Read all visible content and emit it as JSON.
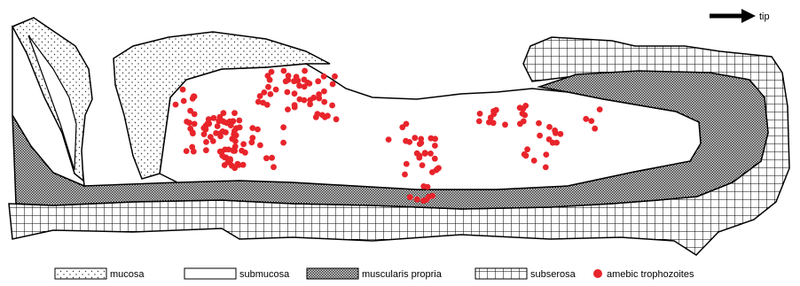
{
  "direction_label": "tip",
  "legend": [
    {
      "label": "mucosa",
      "pattern": "dots"
    },
    {
      "label": "submucosa",
      "pattern": "plain"
    },
    {
      "label": "muscularis propria",
      "pattern": "dense-checker"
    },
    {
      "label": "subserosa",
      "pattern": "grid"
    },
    {
      "label": "amebic trophozoites",
      "pattern": "red-dot"
    }
  ],
  "colors": {
    "trophozoite": "#e8242b",
    "outline": "#000000",
    "muscularis": "#8a8a8a"
  },
  "trophozoite_count": 208
}
